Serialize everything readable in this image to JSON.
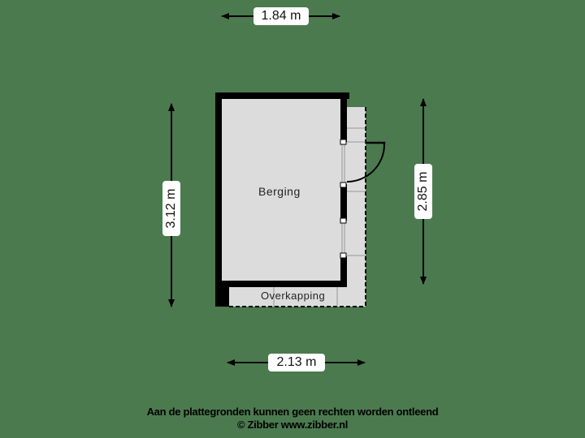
{
  "floorplan": {
    "background_color": "#4b7a4f",
    "wall_color": "#000000",
    "floor_color": "#dcdcdc",
    "rooms": [
      {
        "name": "Berging"
      },
      {
        "name": "Overkapping"
      }
    ],
    "dimensions": {
      "top": "1.84 m",
      "left": "3.12 m",
      "right": "2.85 m",
      "bottom": "2.13 m"
    }
  },
  "footer": {
    "disclaimer": "Aan de plattegronden kunnen geen rechten worden ontleend",
    "copyright": "© Zibber www.zibber.nl"
  }
}
